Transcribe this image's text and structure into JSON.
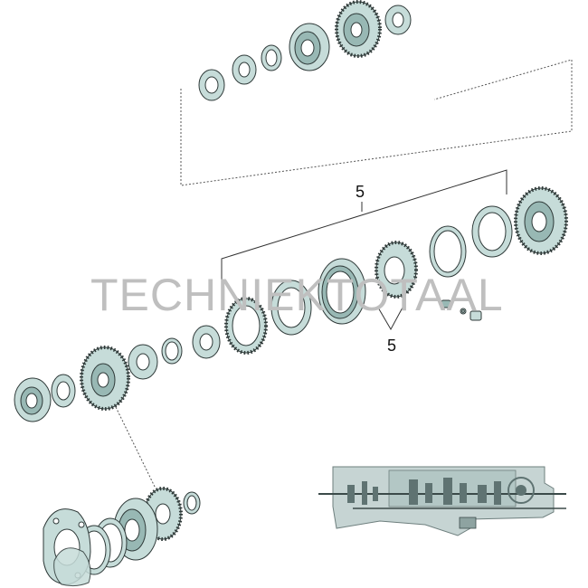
{
  "watermark": "TECHNIEKTOTAAL",
  "callouts": {
    "assembly_top": "5",
    "assembly_bottom": "5"
  },
  "icons": {
    "gear": "gear-icon",
    "bearing": "bearing-icon",
    "ring": "ring-icon",
    "housing": "gearbox-housing-icon"
  }
}
